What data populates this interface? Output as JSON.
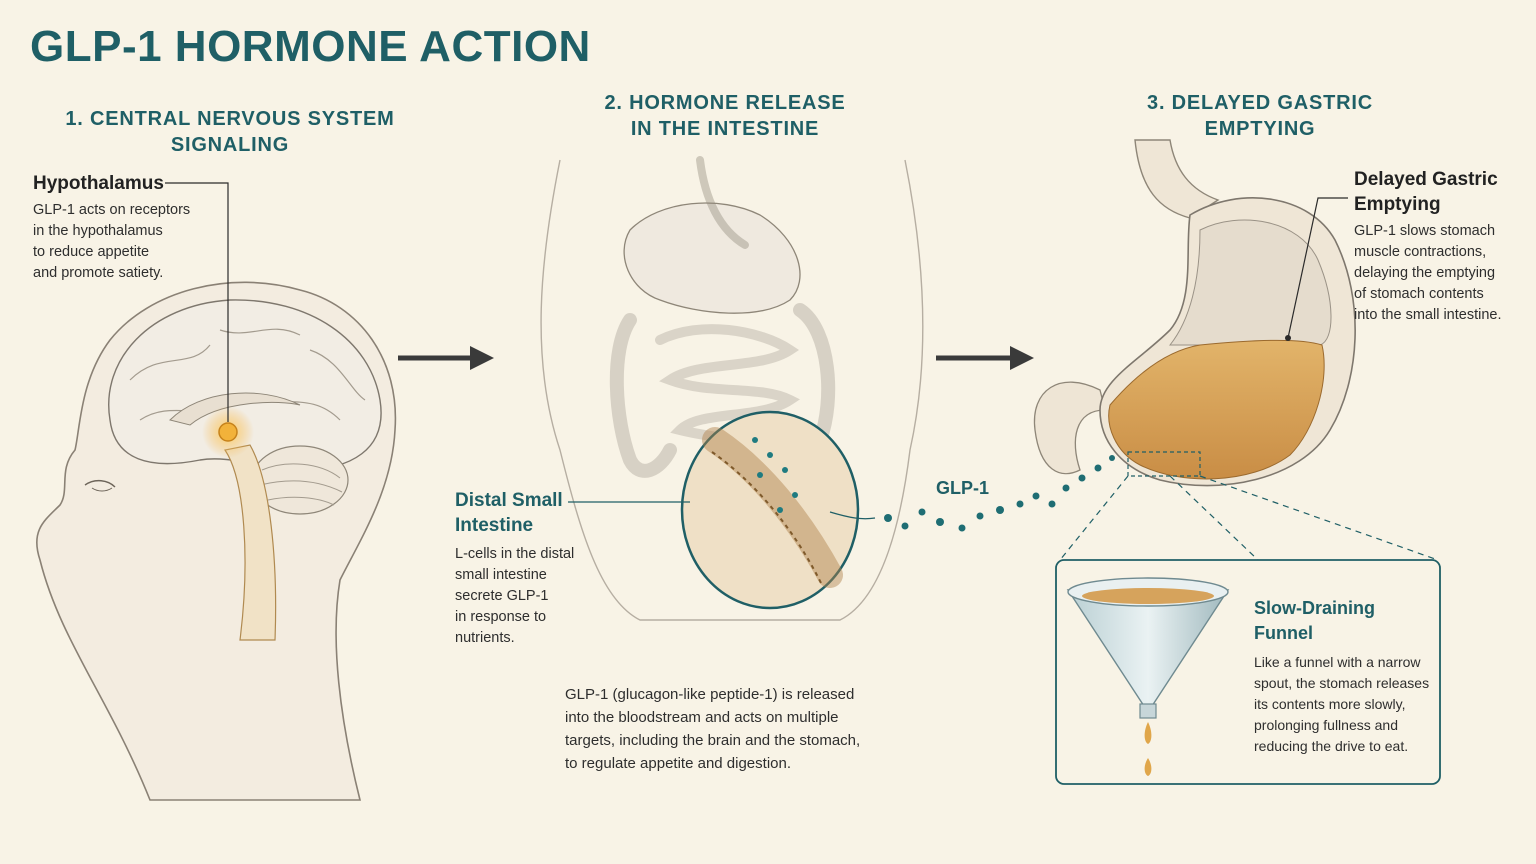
{
  "title": "GLP-1 HORMONE ACTION",
  "sections": [
    {
      "heading": "1. CENTRAL NERVOUS SYSTEM SIGNALING"
    },
    {
      "heading_line1": "2. HORMONE RELEASE",
      "heading_line2": "IN THE INTESTINE"
    },
    {
      "heading": "3. DELAYED GASTRIC EMPTYING"
    }
  ],
  "hypothalamus": {
    "title": "Hypothalamus",
    "lines": [
      "GLP-1 acts on receptors",
      "in the hypothalamus",
      "to reduce appetite",
      "and promote satiety."
    ]
  },
  "intestine": {
    "title_line1": "Distal Small",
    "title_line2": "Intestine",
    "lines": [
      "L-cells in the distal",
      "small intestine",
      "secrete GLP-1",
      "in response to",
      "nutrients."
    ]
  },
  "glp1_label": "GLP-1",
  "summary": {
    "lines": [
      "GLP-1 (glucagon-like peptide-1) is released",
      "into the bloodstream and acts on multiple",
      "targets, including the brain and the stomach,",
      "to regulate appetite and digestion."
    ]
  },
  "gastric": {
    "title_line1": "Delayed Gastric",
    "title_line2": "Emptying",
    "lines": [
      "GLP-1 slows stomach",
      "muscle contractions,",
      "delaying the emptying",
      "of stomach contents",
      "into the small intestine."
    ]
  },
  "funnel": {
    "title": "Slow-Draining Funnel",
    "lines": [
      "Like a funnel with a narrow",
      "spout, the stomach releases",
      "its contents more slowly,",
      "prolonging fullness and",
      "reducing the drive to eat."
    ]
  },
  "colors": {
    "teal": "#1f5f66",
    "background": "#f8f3e6",
    "accent_orange": "#e9a12f",
    "stomach_fill": "#d9a35a"
  },
  "icons": [
    "arrow-right-icon",
    "arrow-right-icon"
  ]
}
